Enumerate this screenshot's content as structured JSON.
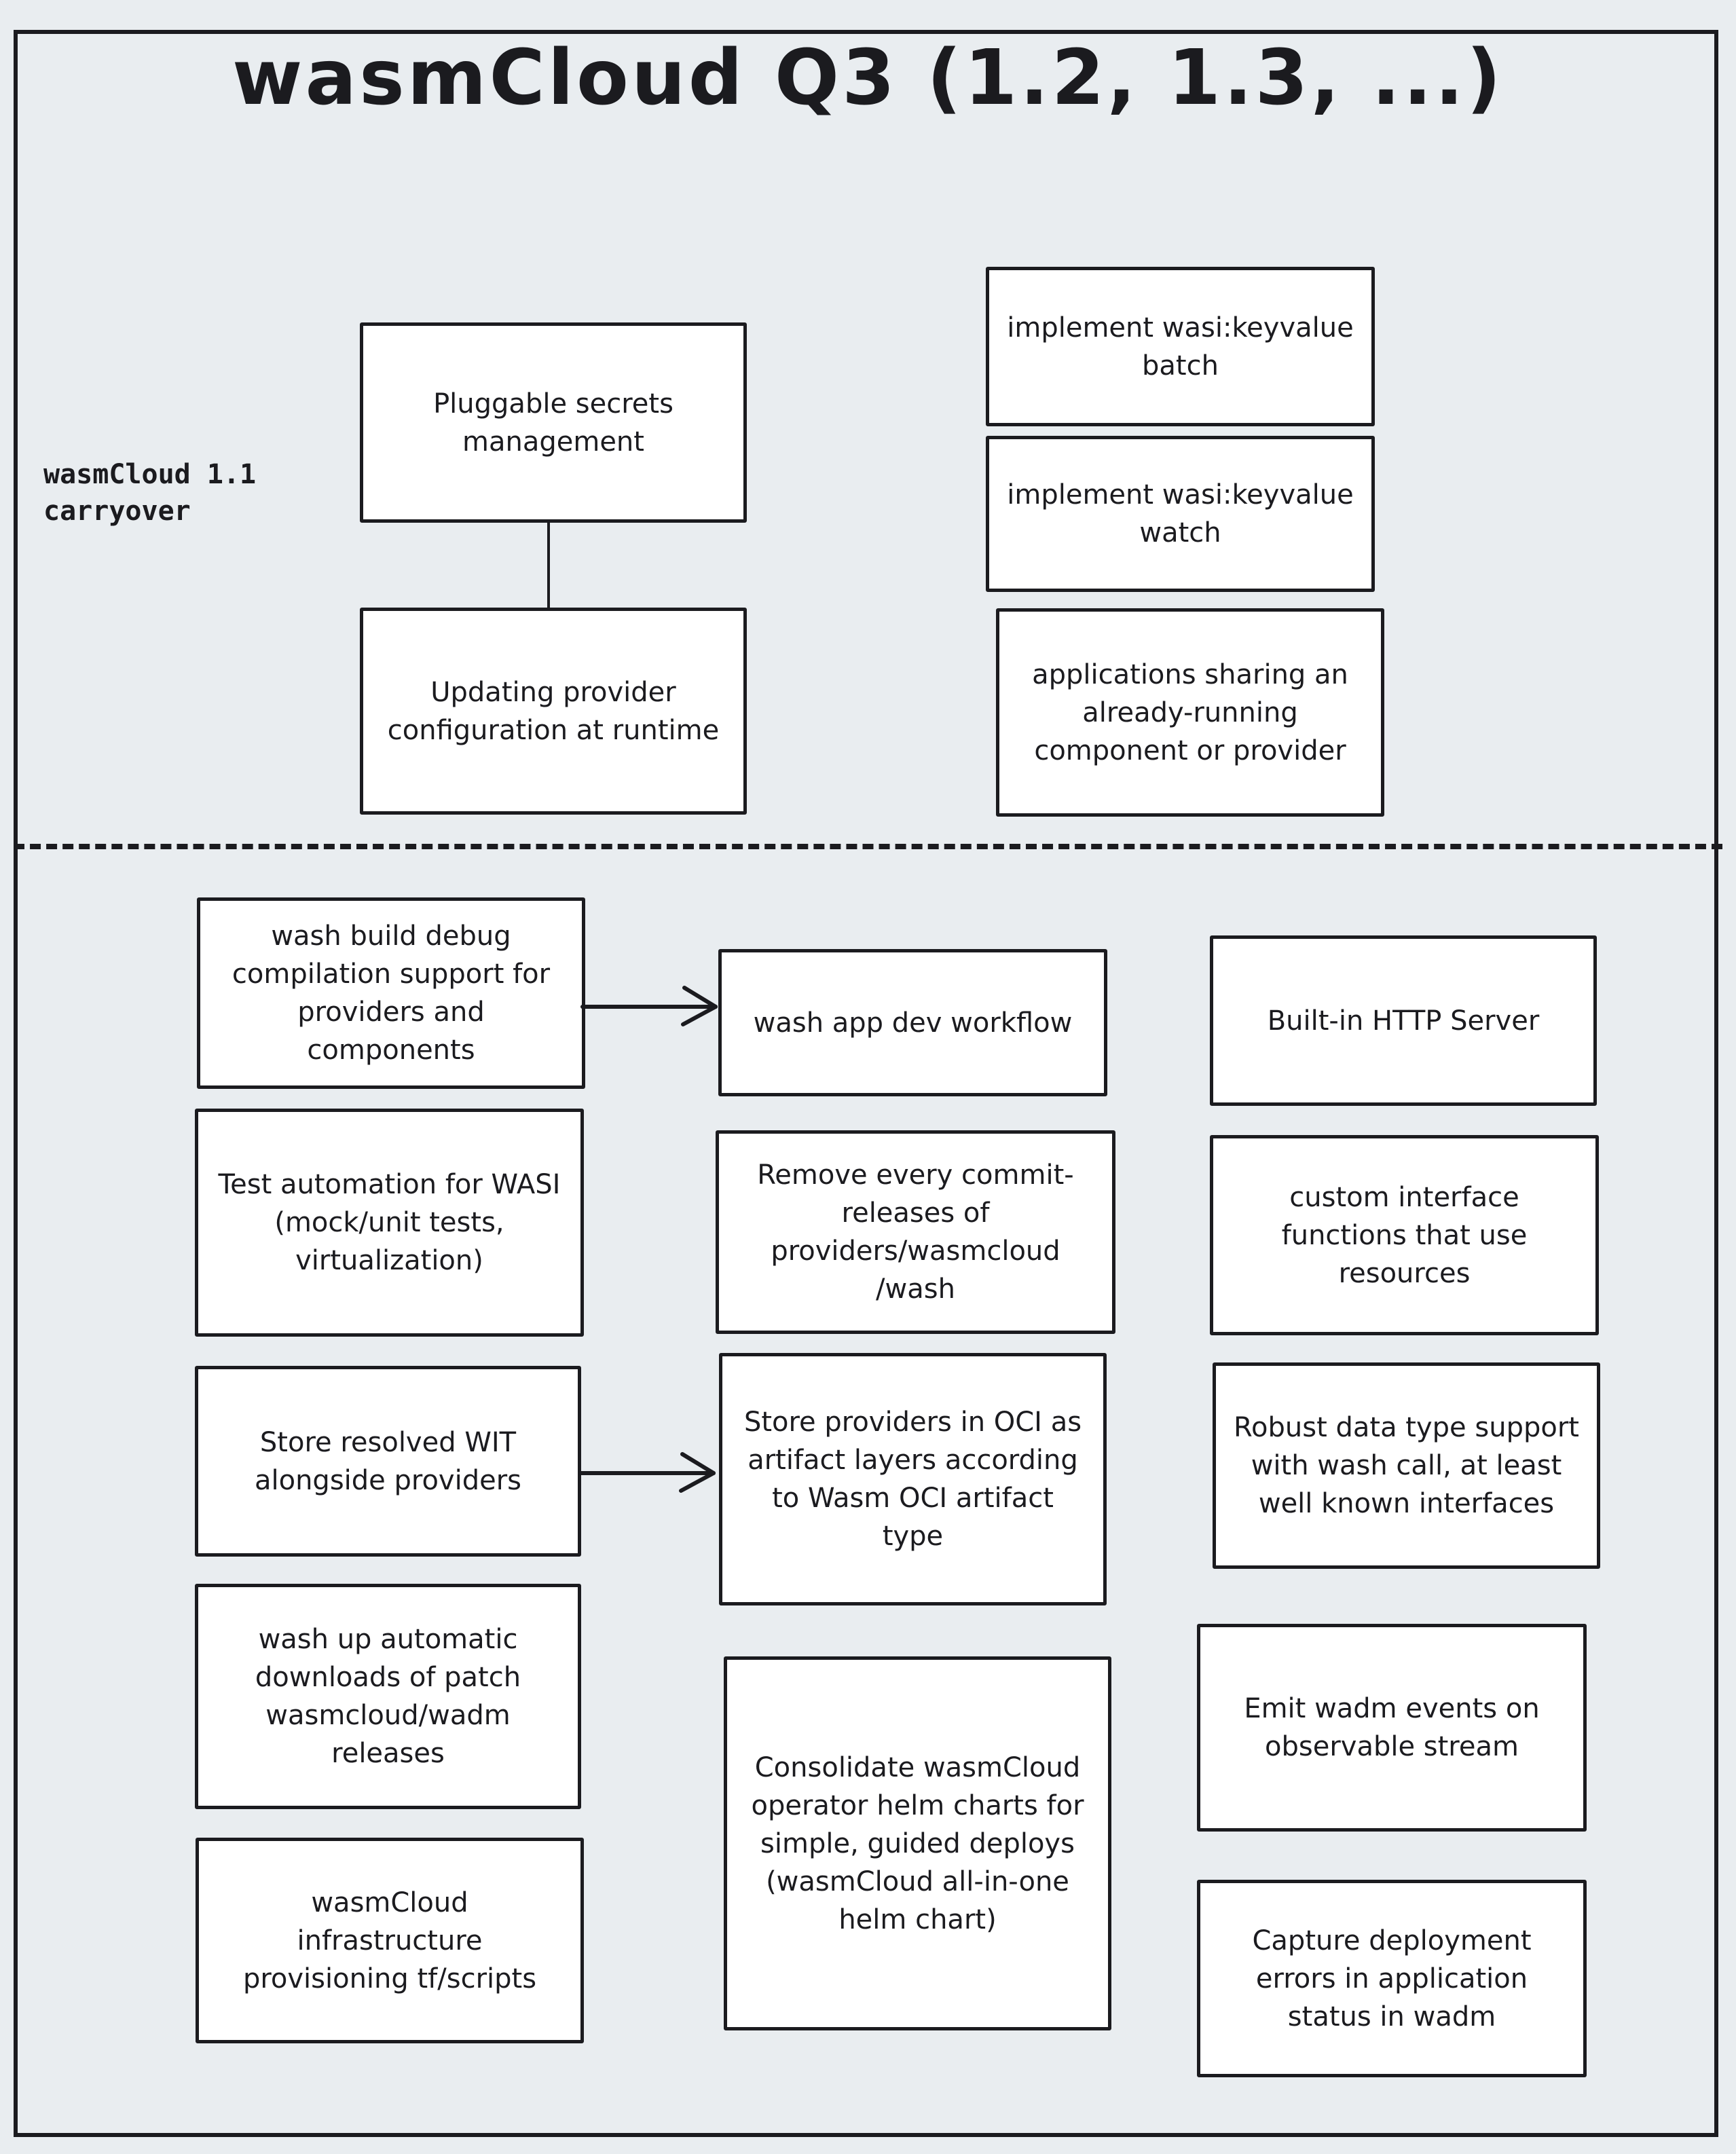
{
  "title": "wasmCloud Q3 (1.2, 1.3, ...)",
  "side_note": "wasmCloud 1.1\ncarryover",
  "colors": {
    "background": "#e9edf0",
    "box_fill": "#ffffff",
    "stroke": "#1b1b1f"
  },
  "top_section": {
    "pluggable_secrets": "Pluggable secrets management",
    "updating_provider": "Updating provider configuration at runtime",
    "kv_batch": "implement wasi:keyvalue batch",
    "kv_watch": "implement wasi:keyvalue watch",
    "apps_sharing": "applications sharing an already-running component or provider"
  },
  "bottom_section": {
    "wash_build_debug": "wash build debug compilation support for providers and components",
    "test_automation": "Test automation for WASI (mock/unit tests, virtualization)",
    "store_resolved_wit": "Store resolved WIT alongside providers",
    "wash_up_downloads": "wash up automatic downloads of patch wasmcloud/wadm releases",
    "infrastructure_provisioning": "wasmCloud infrastructure provisioning tf/scripts",
    "wash_app_dev": "wash app dev workflow",
    "remove_commit_releases": "Remove every commit-releases of providers/wasmcloud /wash",
    "store_providers_oci": "Store providers in OCI as artifact layers according to Wasm OCI artifact type",
    "consolidate_helm": "Consolidate wasmCloud operator helm charts for simple, guided deploys (wasmCloud all-in-one helm chart)",
    "builtin_http_server": "Built-in HTTP Server",
    "custom_interface_functions": "custom interface functions that use resources",
    "robust_data_type": "Robust data type support with wash call, at least well known interfaces",
    "emit_wadm_events": "Emit wadm events on observable stream",
    "capture_deployment_errors": "Capture deployment errors in application status in wadm"
  }
}
